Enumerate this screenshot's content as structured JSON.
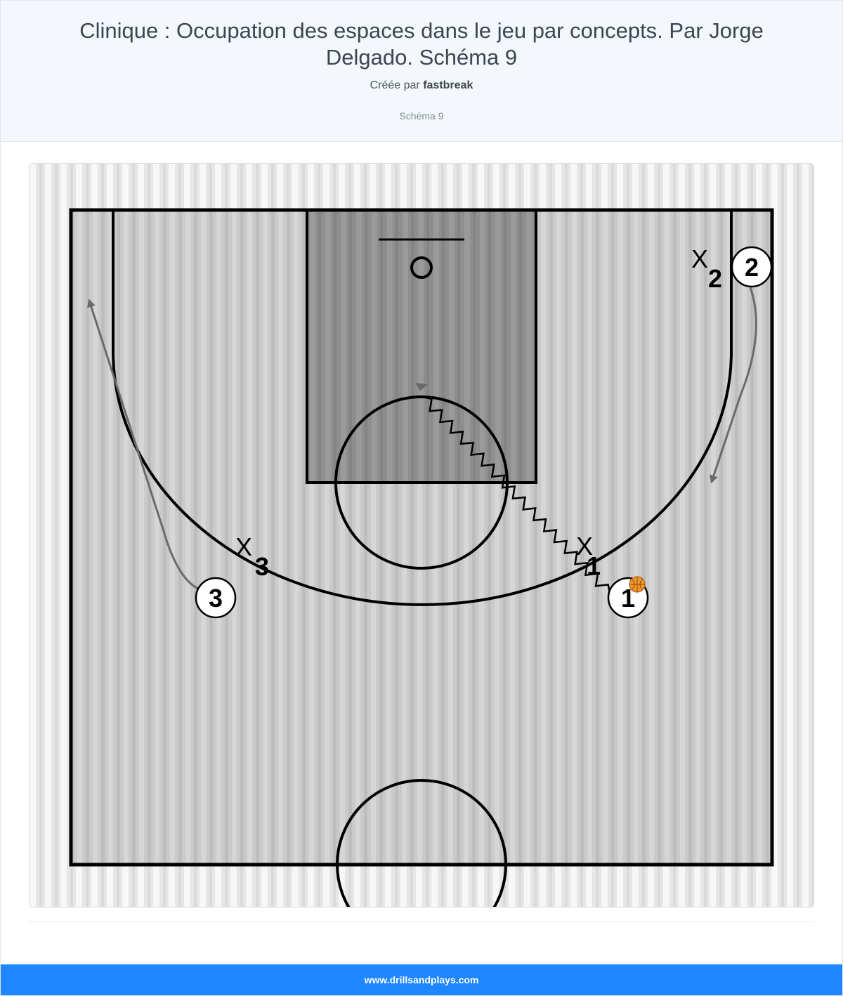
{
  "header": {
    "title": "Clinique : Occupation des espaces dans le jeu par concepts. Par Jorge Delgado. Schéma 9",
    "created_by_prefix": "Créée par",
    "author": "fastbreak",
    "subtitle": "Schéma 9"
  },
  "diagram": {
    "offense": [
      "1",
      "2",
      "3"
    ],
    "defense": [
      {
        "mark": "X",
        "number": "1"
      },
      {
        "mark": "X",
        "number": "2"
      },
      {
        "mark": "X",
        "number": "3"
      }
    ],
    "ball_holder": "1",
    "icons": [
      "basketball-icon",
      "hoop-icon"
    ]
  },
  "footer": {
    "url": "www.drillsandplays.com"
  },
  "colors": {
    "header_bg": "#f4f8fc",
    "court_bg": "#c8c8c8",
    "paint": "#8a8a8a",
    "line": "#000000",
    "movement": "#6a6a6a",
    "ball": "#f0962a",
    "footer_bg": "#1e86ff"
  }
}
